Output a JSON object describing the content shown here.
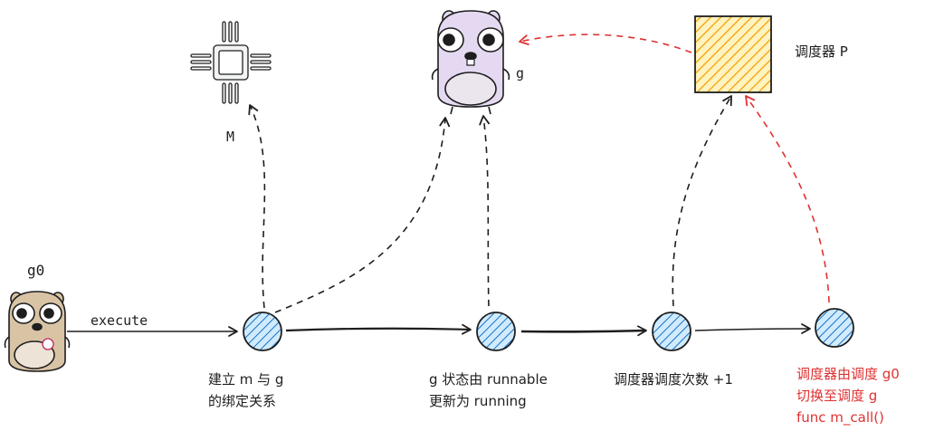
{
  "labels": {
    "m": "M",
    "g": "g",
    "scheduler_p": "调度器 P",
    "g0": "g0",
    "execute": "execute",
    "step1_line1": "建立 m 与 g",
    "step1_line2": "的绑定关系",
    "step2_line1": "g 状态由 runnable",
    "step2_line2": "更新为 running",
    "step3": "调度器调度次数 +1",
    "step4_line1": "调度器由调度 g0",
    "step4_line2": "切换至调度 g",
    "step4_line3": "func m_call()"
  },
  "icons": {
    "chip": "cpu-chip-icon",
    "gopher_g": "gopher-icon",
    "gopher_g0": "gopher-icon",
    "processor": "hatched-square-icon",
    "step_nodes": "hatched-circle-icon"
  },
  "colors": {
    "stroke": "#1e1e1e",
    "accent_red": "#e03131",
    "node_fill": "#a5d8ff",
    "node_hatch": "#1971c2",
    "processor_fill": "#ffd43b",
    "processor_hatch": "#f59f00",
    "gopher_g": "#e5d9f2",
    "gopher_g0": "#d8c3a5"
  }
}
